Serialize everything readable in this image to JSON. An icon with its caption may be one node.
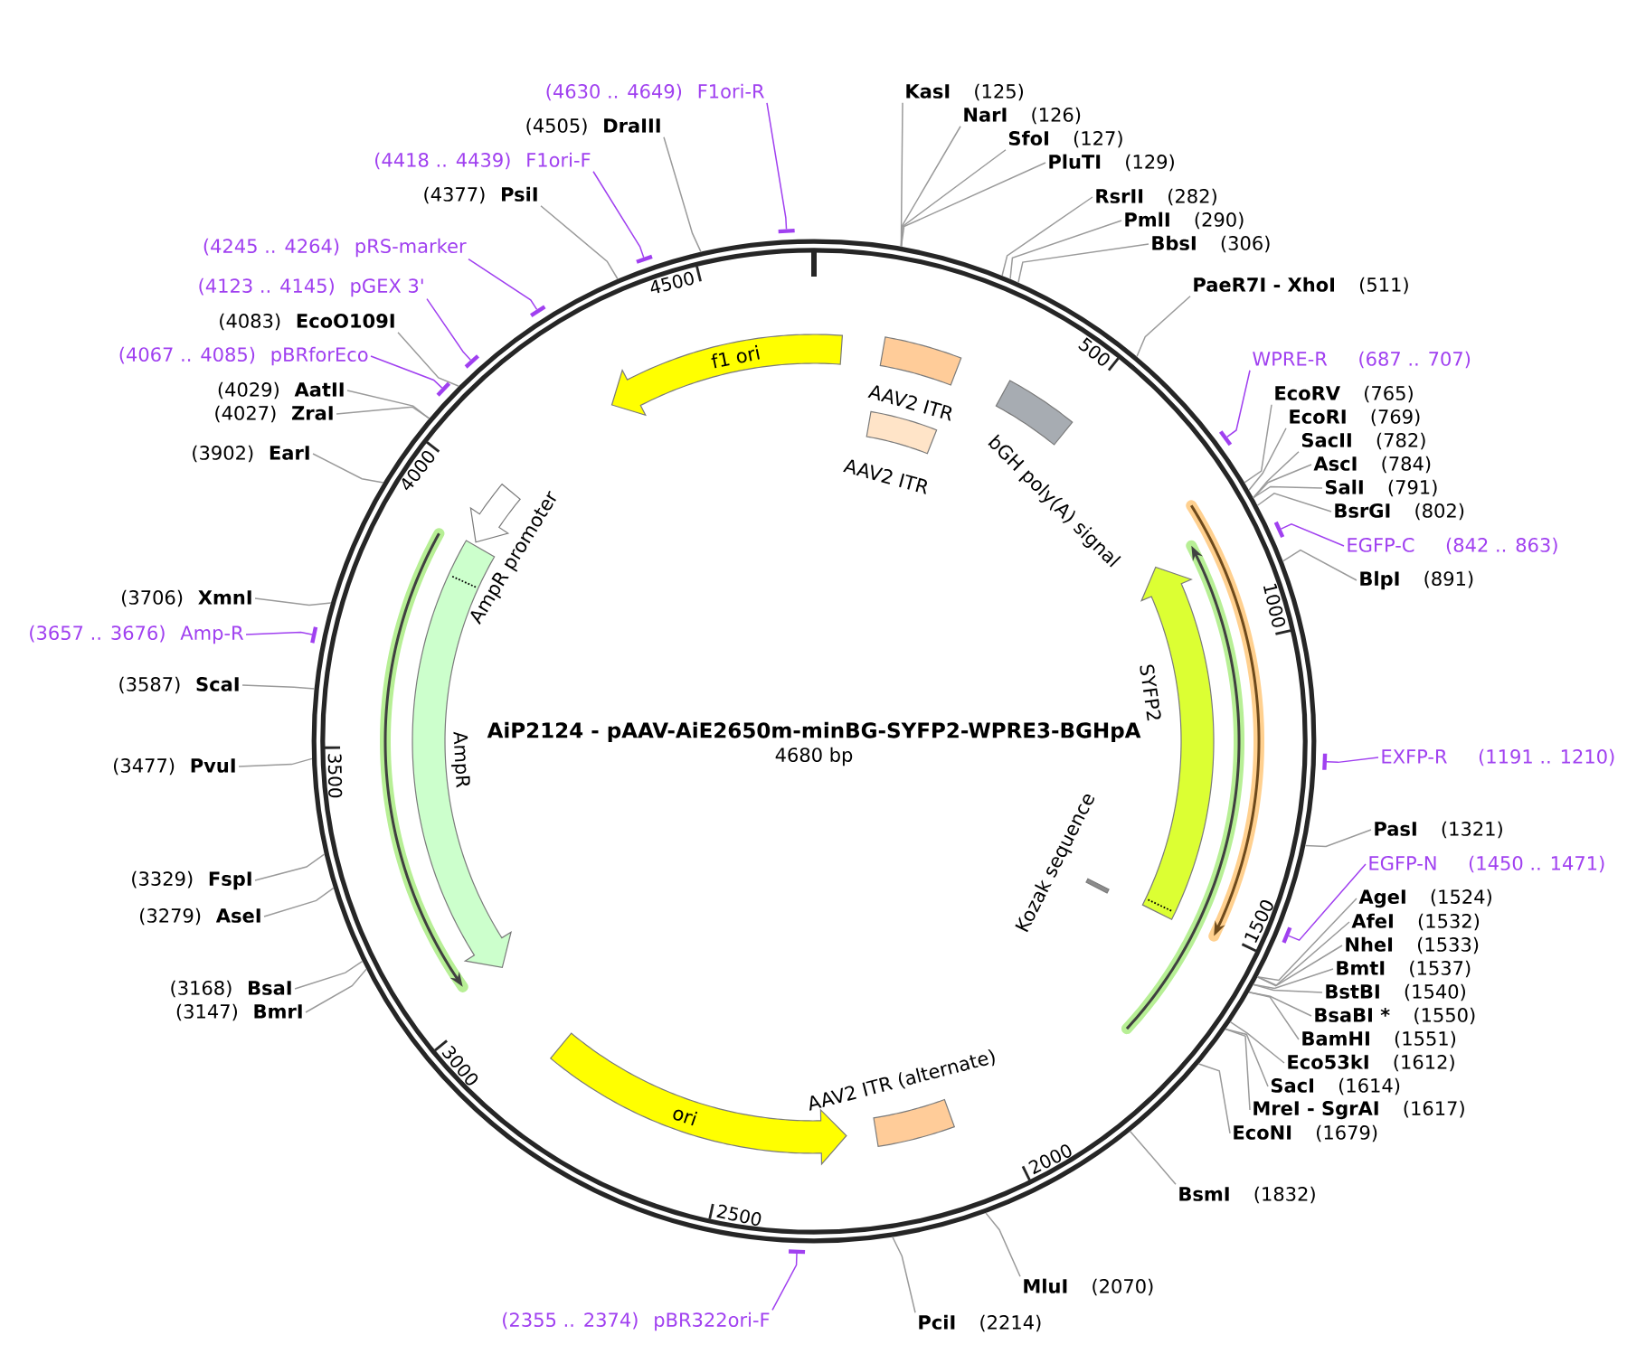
{
  "diagram": {
    "nodes": [
      {
        "text": [
          "AiP2124 - pAAV-AiE2650m-minBG-SYFP2-WPRE3-BGHpA",
          "4680 bp"
        ]
      },
      {
        "text": [
          "f1 ori"
        ],
        "in": 0
      },
      {
        "text": [
          "AAV2 ITR"
        ],
        "in": 0
      },
      {
        "text": [
          "AAV2 ITR"
        ],
        "in": 0
      },
      {
        "text": [
          "bGH poly(A) signal"
        ],
        "in": 0
      },
      {
        "text": [
          "SYFP2"
        ],
        "in": 0
      },
      {
        "text": [
          "Kozak sequence"
        ],
        "in": 0
      },
      {
        "text": [
          "AAV2 ITR (alternate)"
        ],
        "in": 0
      },
      {
        "text": [
          "ori"
        ],
        "in": 0
      },
      {
        "text": [
          "AmpR"
        ],
        "in": 0
      },
      {
        "text": [
          "AmpR promoter"
        ],
        "in": 0
      },
      {
        "text": [
          "KasI",
          "(125)"
        ]
      },
      {
        "text": [
          "NarI",
          "(126)"
        ]
      },
      {
        "text": [
          "SfoI",
          "(127)"
        ]
      },
      {
        "text": [
          "PluTI",
          "(129)"
        ]
      },
      {
        "text": [
          "RsrII",
          "(282)"
        ]
      },
      {
        "text": [
          "PmlI",
          "(290)"
        ]
      },
      {
        "text": [
          "BbsI",
          "(306)"
        ]
      },
      {
        "text": [
          "PaeR7I - XhoI",
          "(511)"
        ]
      },
      {
        "text": [
          "WPRE-R",
          "(687 .. 707)"
        ]
      },
      {
        "text": [
          "EcoRV",
          "(765)"
        ]
      },
      {
        "text": [
          "EcoRI",
          "(769)"
        ]
      },
      {
        "text": [
          "SacII",
          "(782)"
        ]
      },
      {
        "text": [
          "AscI",
          "(784)"
        ]
      },
      {
        "text": [
          "SalI",
          "(791)"
        ]
      },
      {
        "text": [
          "BsrGI",
          "(802)"
        ]
      },
      {
        "text": [
          "EGFP-C",
          "(842 .. 863)"
        ]
      },
      {
        "text": [
          "BlpI",
          "(891)"
        ]
      },
      {
        "text": [
          "EXFP-R",
          "(1191 .. 1210)"
        ]
      },
      {
        "text": [
          "PasI",
          "(1321)"
        ]
      },
      {
        "text": [
          "EGFP-N",
          "(1450 .. 1471)"
        ]
      },
      {
        "text": [
          "AgeI",
          "(1524)"
        ]
      },
      {
        "text": [
          "AfeI",
          "(1532)"
        ]
      },
      {
        "text": [
          "NheI",
          "(1533)"
        ]
      },
      {
        "text": [
          "BmtI",
          "(1537)"
        ]
      },
      {
        "text": [
          "BstBI",
          "(1540)"
        ]
      },
      {
        "text": [
          "BsaBI *",
          "(1550)"
        ]
      },
      {
        "text": [
          "BamHI",
          "(1551)"
        ]
      },
      {
        "text": [
          "Eco53kI",
          "(1612)"
        ]
      },
      {
        "text": [
          "SacI",
          "(1614)"
        ]
      },
      {
        "text": [
          "MreI - SgrAI",
          "(1617)"
        ]
      },
      {
        "text": [
          "EcoNI",
          "(1679)"
        ]
      },
      {
        "text": [
          "BsmI",
          "(1832)"
        ]
      },
      {
        "text": [
          "MluI",
          "(2070)"
        ]
      },
      {
        "text": [
          "PciI",
          "(2214)"
        ]
      },
      {
        "text": [
          "(2355 .. 2374)",
          "pBR322ori-F"
        ]
      },
      {
        "text": [
          "(3147)",
          "BmrI"
        ]
      },
      {
        "text": [
          "(3168)",
          "BsaI"
        ]
      },
      {
        "text": [
          "(3279)",
          "AseI"
        ]
      },
      {
        "text": [
          "(3329)",
          "FspI"
        ]
      },
      {
        "text": [
          "(3477)",
          "PvuI"
        ]
      },
      {
        "text": [
          "(3587)",
          "ScaI"
        ]
      },
      {
        "text": [
          "(3657 .. 3676)",
          "Amp-R"
        ]
      },
      {
        "text": [
          "(3706)",
          "XmnI"
        ]
      },
      {
        "text": [
          "(3902)",
          "EarI"
        ]
      },
      {
        "text": [
          "(4027)",
          "ZraI"
        ]
      },
      {
        "text": [
          "(4029)",
          "AatII"
        ]
      },
      {
        "text": [
          "(4067 .. 4085)",
          "pBRforEco"
        ]
      },
      {
        "text": [
          "(4083)",
          "EcoO109I"
        ]
      },
      {
        "text": [
          "(4123 .. 4145)",
          "pGEX 3'"
        ]
      },
      {
        "text": [
          "(4245 .. 4264)",
          "pRS-marker"
        ]
      },
      {
        "text": [
          "(4377)",
          "PsiI"
        ]
      },
      {
        "text": [
          "(4418 .. 4439)",
          "F1ori-F"
        ]
      },
      {
        "text": [
          "(4505)",
          "DraIII"
        ]
      },
      {
        "text": [
          "(4630 .. 4649)",
          "F1ori-R"
        ]
      },
      {
        "text": [],
        "shape": "bar"
      },
      {
        "text": [],
        "shape": "bar"
      },
      {
        "text": [],
        "shape": "bar"
      },
      {
        "text": [],
        "shape": "bar"
      },
      {
        "text": [],
        "shape": "bar"
      },
      {
        "text": [],
        "shape": "bar"
      },
      {
        "text": [],
        "shape": "bar"
      },
      {
        "text": [],
        "shape": "bar"
      },
      {
        "text": [],
        "shape": "bar"
      },
      {
        "text": [],
        "shape": "bar"
      },
      {
        "text": [],
        "shape": "bar"
      }
    ],
    "edges": [
      {
        "from": 11,
        "to": 0,
        "arrow": "none"
      },
      {
        "from": 12,
        "to": 0,
        "arrow": "none"
      },
      {
        "from": 13,
        "to": 0,
        "arrow": "none"
      },
      {
        "from": 14,
        "to": 0,
        "arrow": "none"
      },
      {
        "from": 15,
        "to": 0,
        "arrow": "none"
      },
      {
        "from": 16,
        "to": 0,
        "arrow": "none"
      },
      {
        "from": 17,
        "to": 0,
        "arrow": "none"
      },
      {
        "from": 18,
        "to": 0,
        "arrow": "none"
      },
      {
        "from": 19,
        "to": 70,
        "arrow": "none",
        "color": "#a040f0"
      },
      {
        "from": 20,
        "to": 0,
        "arrow": "none"
      },
      {
        "from": 21,
        "to": 0,
        "arrow": "none"
      },
      {
        "from": 22,
        "to": 0,
        "arrow": "none"
      },
      {
        "from": 23,
        "to": 0,
        "arrow": "none"
      },
      {
        "from": 24,
        "to": 0,
        "arrow": "none"
      },
      {
        "from": 25,
        "to": 0,
        "arrow": "none"
      },
      {
        "from": 26,
        "to": 71,
        "arrow": "none",
        "color": "#a040f0"
      },
      {
        "from": 27,
        "to": 0,
        "arrow": "none"
      },
      {
        "from": 28,
        "to": 73,
        "arrow": "none",
        "color": "#a040f0"
      },
      {
        "from": 29,
        "to": 0,
        "arrow": "none"
      },
      {
        "from": 30,
        "to": 74,
        "arrow": "none",
        "color": "#a040f0"
      },
      {
        "from": 31,
        "to": 0,
        "arrow": "none"
      },
      {
        "from": 32,
        "to": 0,
        "arrow": "none"
      },
      {
        "from": 33,
        "to": 0,
        "arrow": "none"
      },
      {
        "from": 34,
        "to": 0,
        "arrow": "none"
      },
      {
        "from": 35,
        "to": 0,
        "arrow": "none"
      },
      {
        "from": 36,
        "to": 0,
        "arrow": "none"
      },
      {
        "from": 37,
        "to": 0,
        "arrow": "none"
      },
      {
        "from": 38,
        "to": 0,
        "arrow": "none"
      },
      {
        "from": 39,
        "to": 0,
        "arrow": "none"
      },
      {
        "from": 40,
        "to": 0,
        "arrow": "none"
      },
      {
        "from": 41,
        "to": 0,
        "arrow": "none"
      },
      {
        "from": 42,
        "to": 0,
        "arrow": "none"
      },
      {
        "from": 43,
        "to": 0,
        "arrow": "none"
      },
      {
        "from": 44,
        "to": 0,
        "arrow": "none"
      },
      {
        "from": 45,
        "to": 75,
        "arrow": "none",
        "color": "#a040f0"
      },
      {
        "from": 46,
        "to": 0,
        "arrow": "none"
      },
      {
        "from": 47,
        "to": 0,
        "arrow": "none"
      },
      {
        "from": 48,
        "to": 0,
        "arrow": "none"
      },
      {
        "from": 49,
        "to": 0,
        "arrow": "none"
      },
      {
        "from": 50,
        "to": 0,
        "arrow": "none"
      },
      {
        "from": 51,
        "to": 0,
        "arrow": "none"
      },
      {
        "from": 52,
        "to": 72,
        "arrow": "none",
        "color": "#a040f0"
      },
      {
        "from": 53,
        "to": 0,
        "arrow": "none"
      },
      {
        "from": 54,
        "to": 0,
        "arrow": "none"
      },
      {
        "from": 55,
        "to": 0,
        "arrow": "none"
      },
      {
        "from": 56,
        "to": 0,
        "arrow": "none"
      },
      {
        "from": 57,
        "to": 69,
        "arrow": "none",
        "color": "#a040f0"
      },
      {
        "from": 58,
        "to": 0,
        "arrow": "none"
      },
      {
        "from": 59,
        "to": 68,
        "arrow": "none",
        "color": "#a040f0"
      },
      {
        "from": 60,
        "to": 67,
        "arrow": "none",
        "color": "#a040f0"
      },
      {
        "from": 61,
        "to": 0,
        "arrow": "none"
      },
      {
        "from": 62,
        "to": 66,
        "arrow": "none",
        "color": "#a040f0"
      },
      {
        "from": 63,
        "to": 0,
        "arrow": "none"
      },
      {
        "from": 64,
        "to": 65,
        "arrow": "none",
        "color": "#a040f0"
      }
    ],
    "labels": [
      "500",
      "1000",
      "1500",
      "2000",
      "2500",
      "3000",
      "3500",
      "4000",
      "4500"
    ]
  }
}
